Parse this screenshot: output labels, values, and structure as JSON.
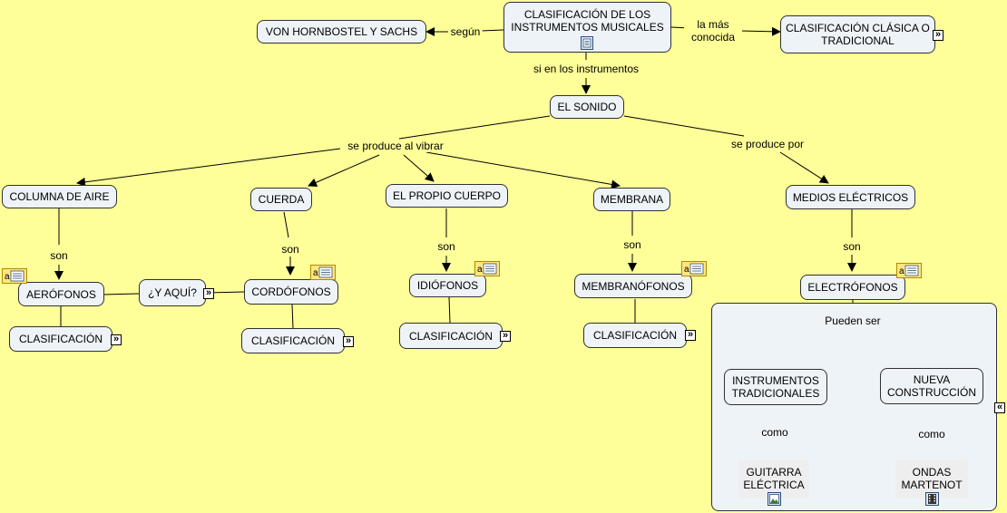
{
  "nodes": {
    "clasificacion_instrumentos": "CLASIFICACIÓN DE LOS INSTRUMENTOS MUSICALES",
    "von_hornbostel": "VON HORNBOSTEL Y SACHS",
    "clasificacion_clasica": "CLASIFICACIÓN CLÁSICA O TRADICIONAL",
    "el_sonido": "EL SONIDO",
    "columna_aire": "COLUMNA DE AIRE",
    "cuerda": "CUERDA",
    "propio_cuerpo": "EL PROPIO CUERPO",
    "membrana": "MEMBRANA",
    "medios_electricos": "MEDIOS ELÉCTRICOS",
    "aerofonos": "AERÓFONOS",
    "y_aqui": "¿Y AQUÍ?",
    "cordofonos": "CORDÓFONOS",
    "idiofonos": "IDIÓFONOS",
    "membranofonos": "MEMBRANÓFONOS",
    "electrofonos": "ELECTRÓFONOS",
    "clasificacion_1": "CLASIFICACIÓN",
    "clasificacion_2": "CLASIFICACIÓN",
    "clasificacion_3": "CLASIFICACIÓN",
    "clasificacion_4": "CLASIFICACIÓN",
    "instrumentos_tradicionales": "INSTRUMENTOS TRADICIONALES",
    "nueva_construccion": "NUEVA CONSTRUCCIÓN",
    "guitarra_electrica": "GUITARRA ELÉCTRICA",
    "ondas_martenot": "ONDAS MARTENOT"
  },
  "links": {
    "segun": "según",
    "la_mas_conocida": "la más conocida",
    "si_en_instrumentos": "si en los instrumentos",
    "se_produce_vibrar": "se produce al vibrar",
    "se_produce_por": "se produce por",
    "son_1": "son",
    "son_2": "son",
    "son_3": "son",
    "son_4": "son",
    "son_5": "son",
    "pueden_ser": "Pueden ser",
    "como_1": "como",
    "como_2": "como"
  },
  "icons": {
    "expand": "expand-arrows-icon",
    "collapse": "collapse-arrows-icon",
    "note": "text-note-icon",
    "document": "document-icon",
    "image": "image-icon",
    "video": "film-icon"
  },
  "colors": {
    "background": "#ffff99",
    "node_fill": "#eef3f8",
    "node_border": "#2e3033",
    "line": "#000000"
  }
}
